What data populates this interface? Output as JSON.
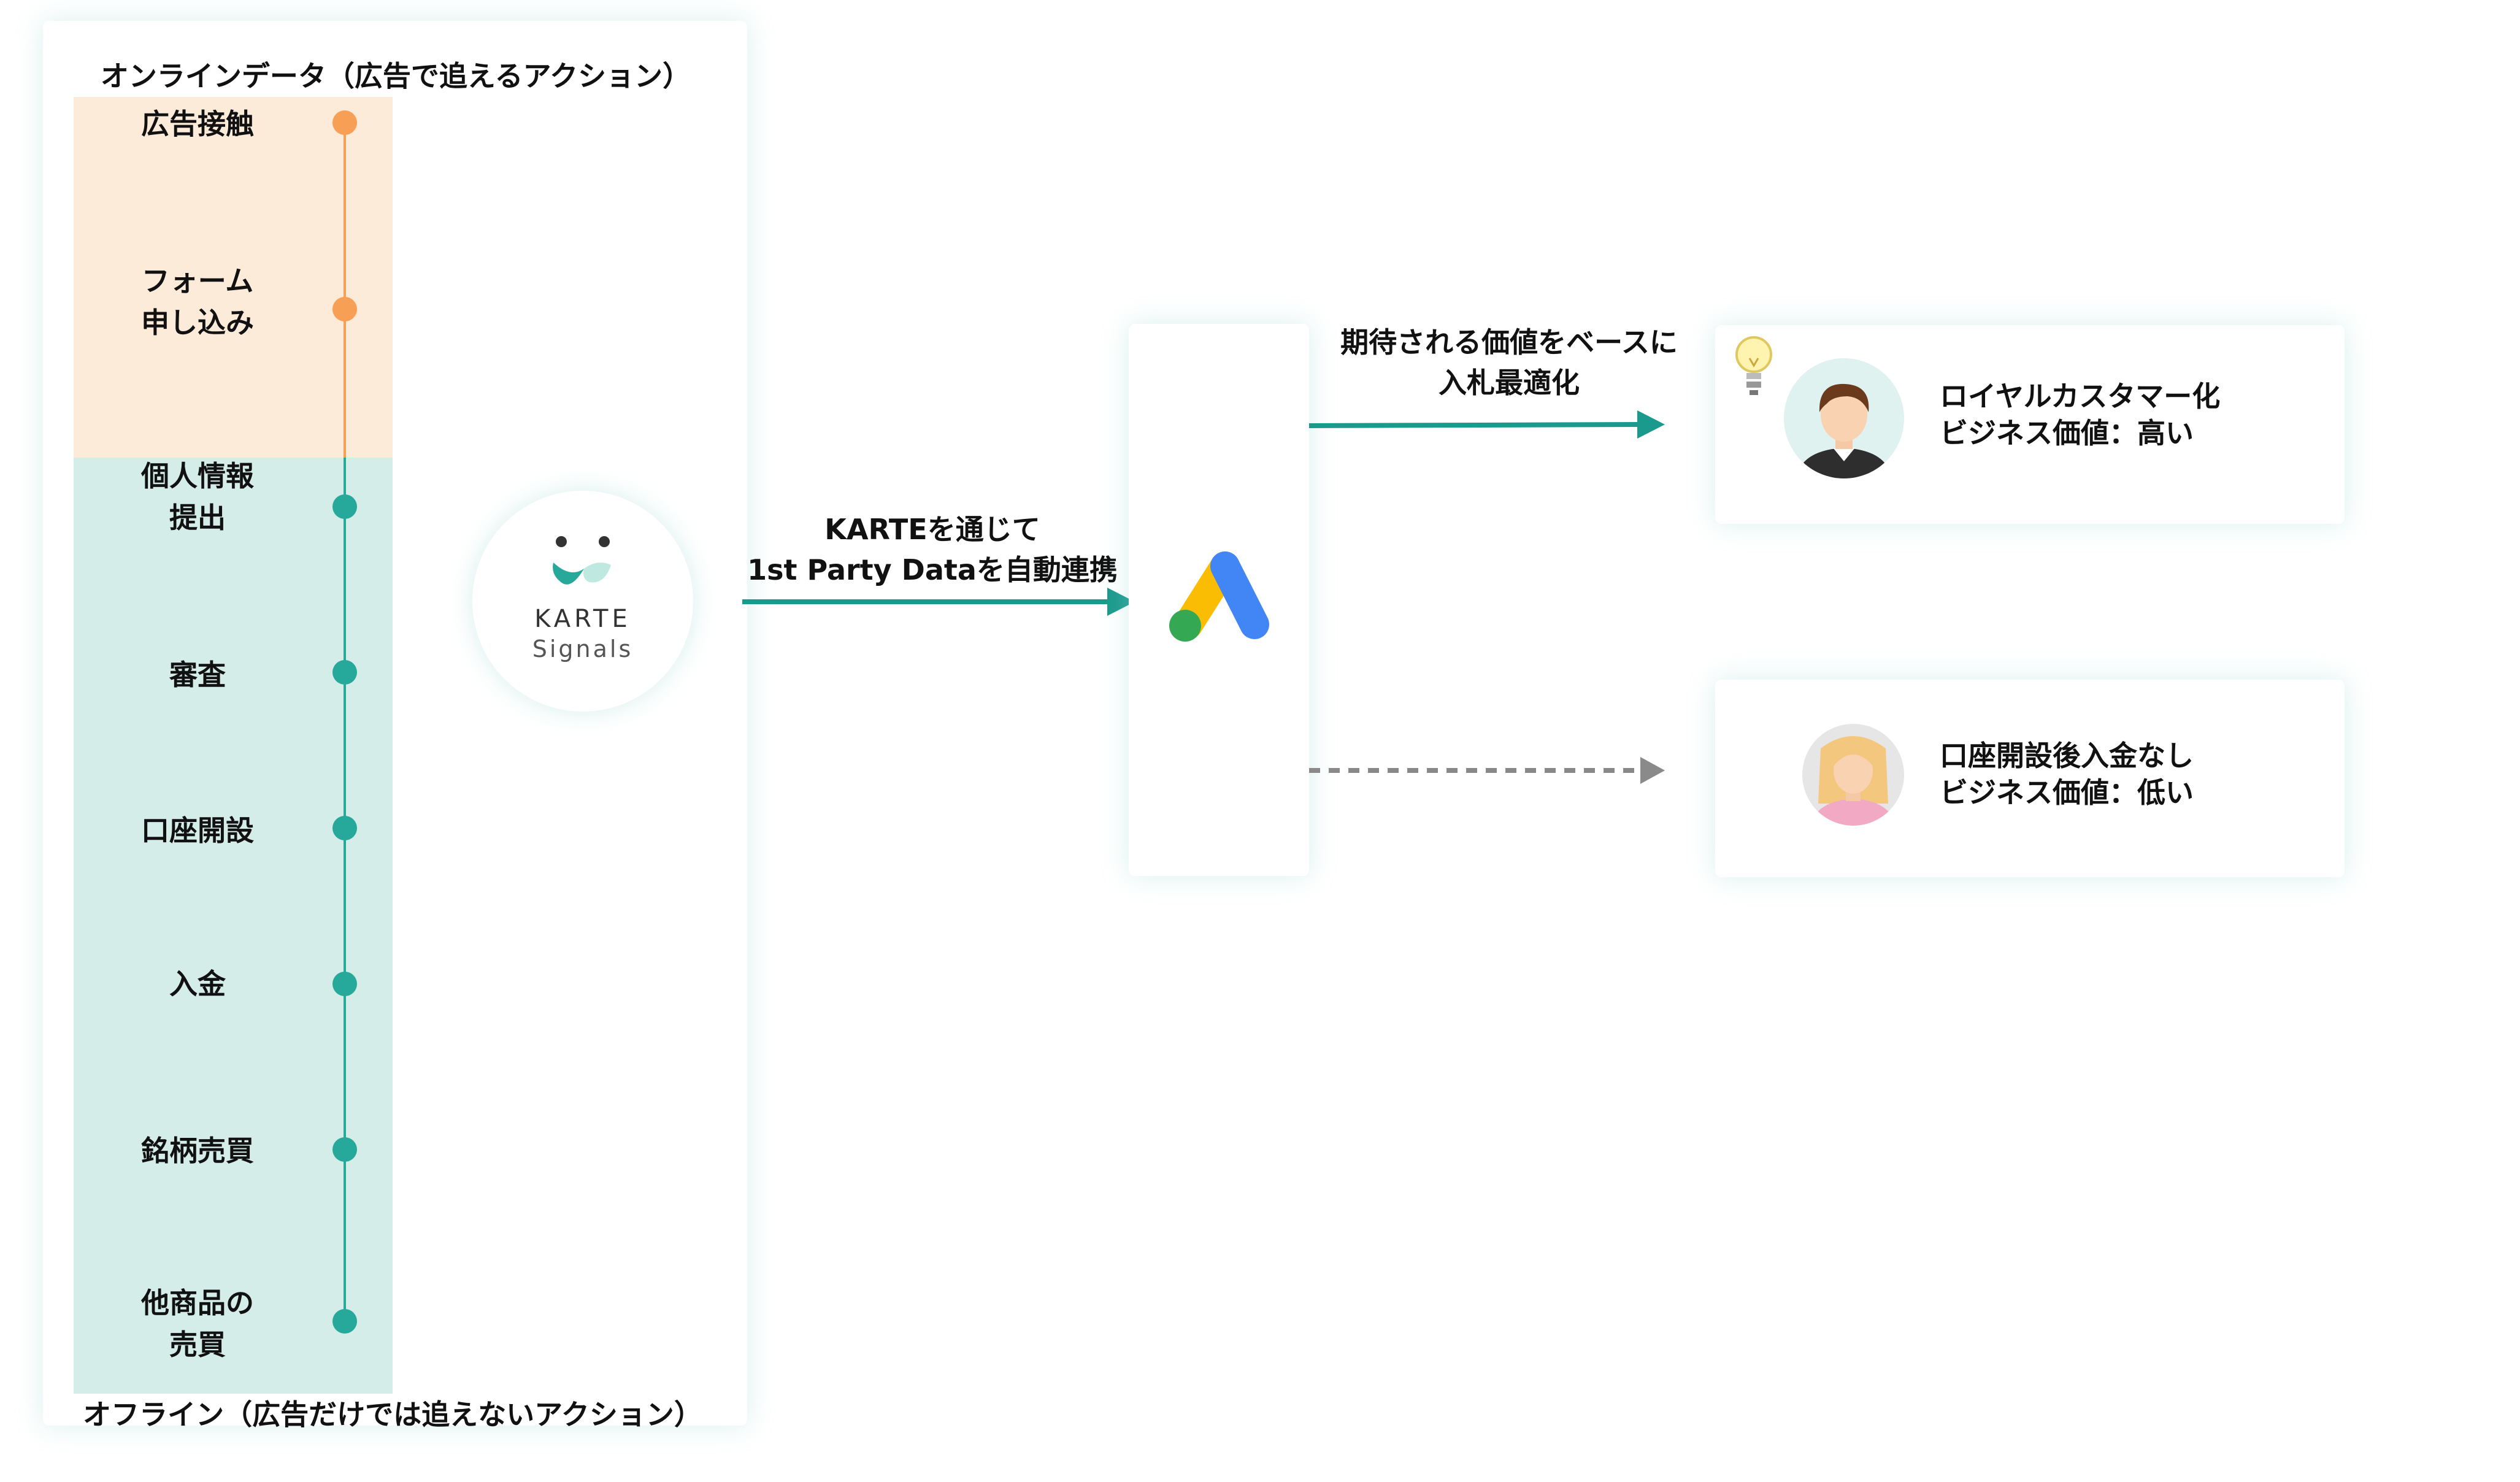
{
  "panel": {
    "online_title": "オンラインデータ（広告で追えるアクション）",
    "offline_title": "オフライン（広告だけでは追えないアクション）",
    "stages": [
      {
        "line1": "広告接触",
        "line2": "",
        "type": "online"
      },
      {
        "line1": "フォーム",
        "line2": "申し込み",
        "type": "online"
      },
      {
        "line1": "個人情報",
        "line2": "提出",
        "type": "offline"
      },
      {
        "line1": "審査",
        "line2": "",
        "type": "offline"
      },
      {
        "line1": "口座開設",
        "line2": "",
        "type": "offline"
      },
      {
        "line1": "入金",
        "line2": "",
        "type": "offline"
      },
      {
        "line1": "銘柄売買",
        "line2": "",
        "type": "offline"
      },
      {
        "line1": "他商品の",
        "line2": "売買",
        "type": "offline"
      }
    ]
  },
  "karte_logo": {
    "brand": "KARTE",
    "product": "Signals"
  },
  "arrow_karte": {
    "line1": "KARTEを通じて",
    "line2": "1st Party Dataを自動連携"
  },
  "arrow_bid": {
    "line1": "期待される価値をベースに",
    "line2": "入札最適化"
  },
  "persons": {
    "high": {
      "title": "ロイヤルカスタマー化",
      "value": "ビジネス価値：高い"
    },
    "low": {
      "title": "口座開設後入金なし",
      "value": "ビジネス価値：低い"
    }
  },
  "colors": {
    "online_band": "#fdebd9",
    "offline_band": "#d5ede9",
    "online_dot": "#f79f55",
    "offline_dot": "#26a89a",
    "arrow_teal": "#1a9a8c",
    "arrow_dashed": "#8a8a8a",
    "google_blue": "#4285f4",
    "google_yellow": "#fbbc04",
    "google_green": "#34a853"
  }
}
